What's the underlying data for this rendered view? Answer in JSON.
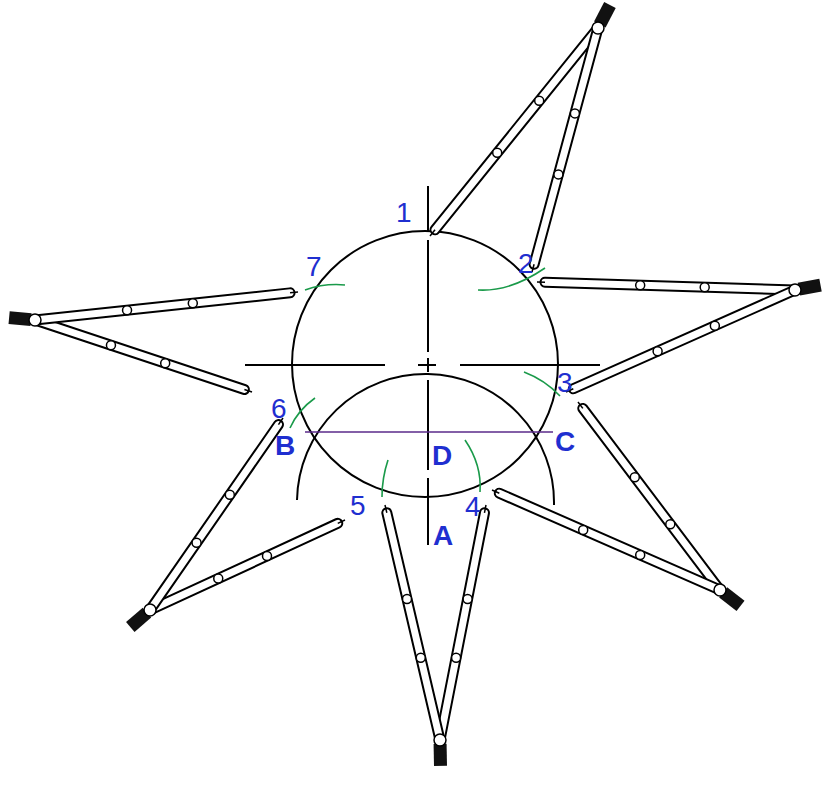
{
  "diagram": {
    "labels": [
      "1",
      "2",
      "7",
      "3",
      "6",
      "B",
      "D",
      "C",
      "5",
      "4",
      "A"
    ]
  }
}
